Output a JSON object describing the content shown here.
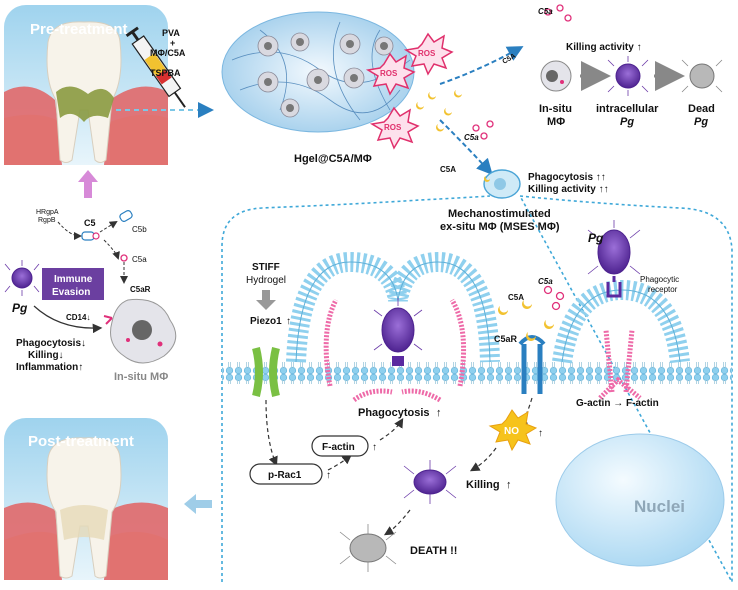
{
  "panels": {
    "pre_treatment": "Pre-treatment",
    "post_treatment": "Post-treatment"
  },
  "syringe": {
    "pva": "PVA",
    "plus": "+",
    "mphi_c5a": "MΦ/C5A",
    "tspba": "TSPBA"
  },
  "hydrogel": {
    "label": "Hgel@C5A/MΦ",
    "ros": "ROS"
  },
  "top_right": {
    "c5a_top": "C5a",
    "c5a_arrow": "C5A",
    "killing_activity": "Killing activity ↑",
    "insitu_line1": "In-situ",
    "insitu_line2": "MΦ",
    "intracellular_line1": "intracellular",
    "intracellular_line2": "Pg",
    "dead_line1": "Dead",
    "dead_line2": "Pg"
  },
  "mid": {
    "c5a": "C5a",
    "c5a_arrow": "C5A",
    "phagocytosis": "Phagocytosis ↑↑",
    "killing": "Killing activity ↑↑",
    "mses_line1": "Mechanostimulated",
    "mses_line2": "ex-situ MΦ (MSES MΦ)"
  },
  "left": {
    "hrgpa": "HRgpA",
    "rgpb": "RgpB",
    "c5": "C5",
    "c5b": "C5b",
    "c5a": "C5a",
    "c5ar": "C5aR",
    "immune_evasion_1": "Immune",
    "immune_evasion_2": "Evasion",
    "pg": "Pg",
    "cd14": "CD14↓",
    "phagocytosis": "Phagocytosis↓",
    "killing": "Killing↓",
    "inflammation": "Inflammation↑",
    "insitu_mphi": "In-situ MΦ"
  },
  "membrane": {
    "stiff": "STIFF",
    "hydrogel": "Hydrogel",
    "piezo1": "Piezo1",
    "c5a_small": "C5a",
    "c5a_caps": "C5A",
    "c5ar": "C5aR",
    "pg": "Pg",
    "phagocytic_receptor_1": "Phagocytic",
    "phagocytic_receptor_2": "receptor",
    "phagocytosis": "Phagocytosis",
    "g_f_actin": "G-actin → F-actin",
    "p_rac1": "p-Rac1",
    "f_actin": "F-actin",
    "no": "NO",
    "killing": "Killing",
    "death": "DEATH !!",
    "nuclei": "Nuclei",
    "up_arrow": "↑"
  },
  "colors": {
    "gum": "#e0686a",
    "bone": "#e8c9a0",
    "tooth": "#f7f3ea",
    "plaque": "#8a9a40",
    "membrane_blue": "#7ec6e6",
    "actin_pink": "#ee6aa8",
    "pg_purple": "#6a3aa8",
    "evasion_box": "#6b3fa0",
    "panel_bg": "#bfe1f2"
  }
}
